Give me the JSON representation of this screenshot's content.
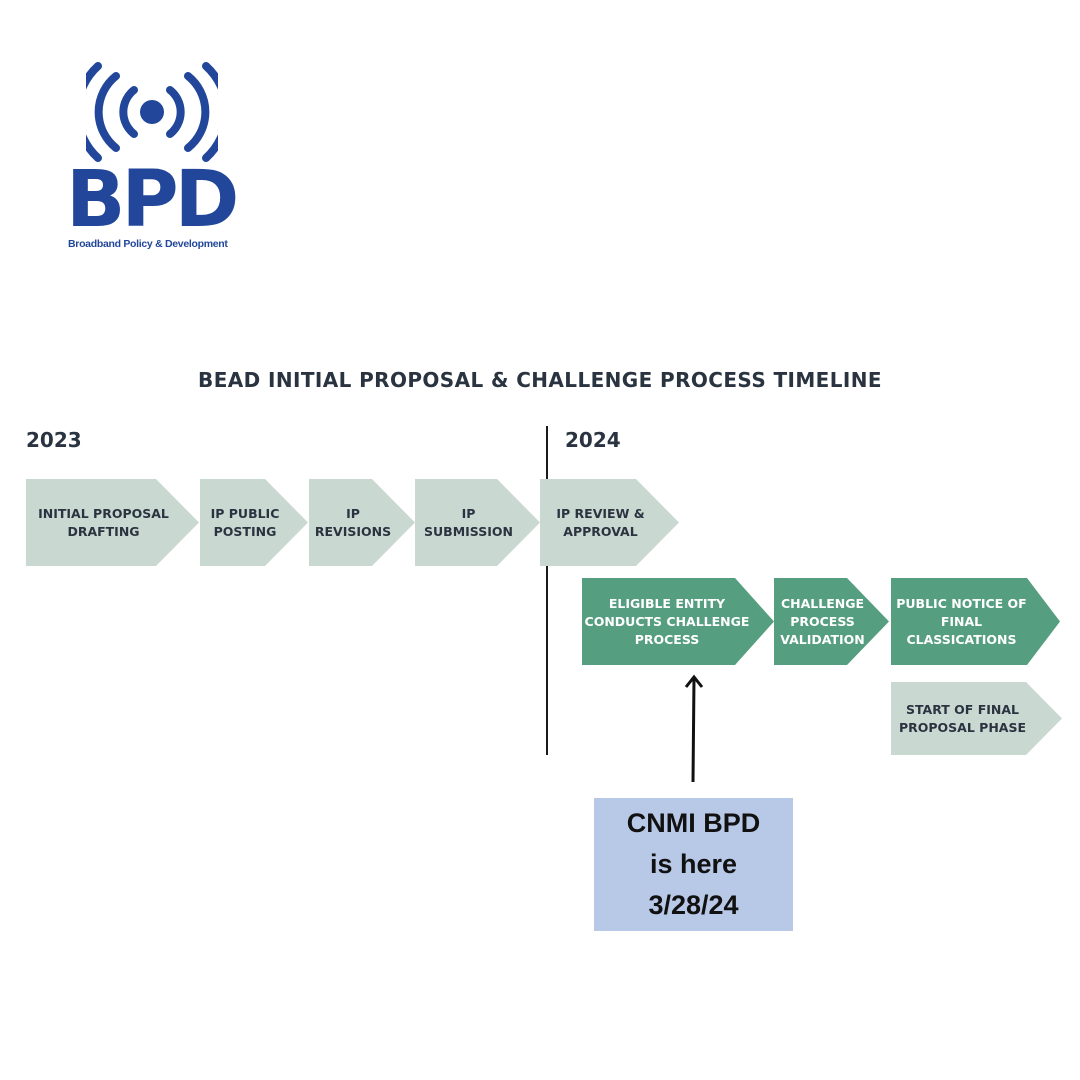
{
  "logo": {
    "icon": "broadcast-signal-icon",
    "letters": "BPD",
    "tagline": "Broadband Policy & Development",
    "color": "#22479a"
  },
  "title": "BEAD INITIAL PROPOSAL & CHALLENGE PROCESS TIMELINE",
  "years": [
    "2023",
    "2024"
  ],
  "colors": {
    "pending_step": "#c9d9d1",
    "active_step": "#559e7f",
    "callout": "#b8c8e7",
    "text_dark": "#2a3340"
  },
  "steps_2023": [
    {
      "line1": "INITIAL PROPOSAL",
      "line2": "DRAFTING"
    },
    {
      "line1": "IP PUBLIC",
      "line2": "POSTING"
    },
    {
      "line1": "IP",
      "line2": "REVISIONS"
    },
    {
      "line1": "IP",
      "line2": "SUBMISSION"
    },
    {
      "line1": "IP REVIEW &",
      "line2": "APPROVAL"
    }
  ],
  "steps_2024": [
    {
      "line1": "ELIGIBLE ENTITY",
      "line2": "CONDUCTS CHALLENGE",
      "line3": "PROCESS"
    },
    {
      "line1": "CHALLENGE",
      "line2": "PROCESS",
      "line3": "VALIDATION"
    },
    {
      "line1": "PUBLIC NOTICE OF",
      "line2": "FINAL",
      "line3": "CLASSICATIONS"
    }
  ],
  "final_step": {
    "line1": "START OF FINAL",
    "line2": "PROPOSAL PHASE"
  },
  "callout": {
    "line1": "CNMI BPD",
    "line2": "is here",
    "line3": "3/28/24"
  }
}
